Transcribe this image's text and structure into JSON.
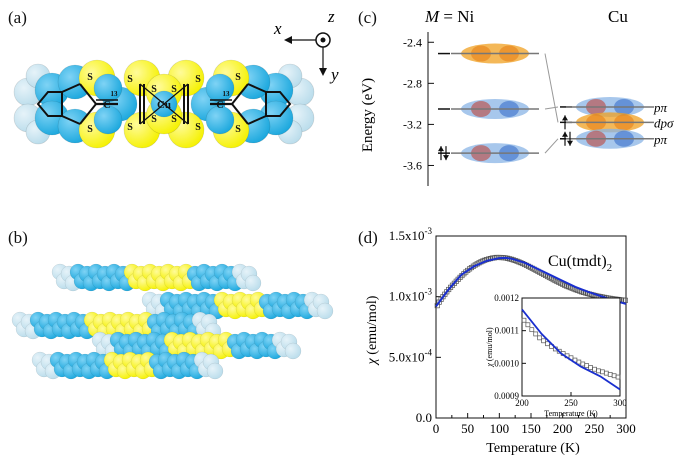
{
  "panel_a": {
    "label": "(a)",
    "axes": {
      "x": "x",
      "y": "y",
      "z": "z"
    },
    "atom_labels": {
      "s": "S",
      "c13": "13",
      "c": "C",
      "cu": "Cu"
    },
    "colors": {
      "sulfur": "#f5f100",
      "carbon": "#1aa7dd",
      "hydrogen": "#b9dceb",
      "bond": "#111111"
    }
  },
  "panel_b": {
    "label": "(b)"
  },
  "panel_c": {
    "label": "(c)",
    "left_header_italic": "M",
    "left_header_rest": " = Ni",
    "right_header": "Cu",
    "ylabel": "Energy (eV)",
    "yticks": [
      "-2.4",
      "-2.8",
      "-3.2",
      "-3.6"
    ],
    "ylim": [
      -3.8,
      -2.3
    ],
    "ni_levels": [
      -2.51,
      -3.05,
      -3.48
    ],
    "cu_levels": [
      -3.03,
      -3.18,
      -3.34
    ],
    "orbital_labels": [
      "pπ",
      "dpσ",
      "pπ"
    ],
    "colors": {
      "lobe_orange": "#f0a020",
      "lobe_blue": "#8ab4e6",
      "connector": "#999999"
    }
  },
  "panel_d": {
    "label": "(d)",
    "compound": "Cu(tmdt)",
    "compound_sub": "2",
    "ylabel_sym": "χ",
    "ylabel_rest": " (emu/mol)",
    "xlabel": "Temperature (K)",
    "ytick_labels": [
      {
        "value": 0.0,
        "mant": "0.0",
        "exp": ""
      },
      {
        "value": 0.0005,
        "mant": "5.0x10",
        "exp": "-4"
      },
      {
        "value": 0.001,
        "mant": "1.0x10",
        "exp": "-3"
      },
      {
        "value": 0.0015,
        "mant": "1.5x10",
        "exp": "-3"
      }
    ],
    "xtick_labels": [
      "0",
      "50",
      "100",
      "150",
      "200",
      "250",
      "300"
    ],
    "inset": {
      "ylabel_sym": "χ",
      "ylabel_rest": " (emu/mol)",
      "xlabel": "Temperature (K)",
      "yticks": [
        "0.0012",
        "0.0011",
        "0.0010",
        "0.0009"
      ],
      "xticks": [
        "200",
        "250",
        "300"
      ]
    }
  },
  "chart_data": [
    {
      "type": "scatter",
      "title": "Cu(tmdt)2",
      "xlabel": "Temperature (K)",
      "ylabel": "χ (emu/mol)",
      "xlim": [
        0,
        300
      ],
      "ylim": [
        0,
        0.0015
      ],
      "series": [
        {
          "kind": "markers",
          "x": [
            2,
            5,
            8,
            11,
            14,
            17,
            20,
            23,
            26,
            29,
            32,
            35,
            38,
            41,
            44,
            47,
            50,
            53,
            56,
            59,
            62,
            65,
            68,
            71,
            74,
            77,
            80,
            83,
            86,
            89,
            92,
            95,
            98,
            101,
            104,
            107,
            110,
            113,
            116,
            119,
            122,
            125,
            128,
            131,
            134,
            137,
            140,
            143,
            146,
            149,
            152,
            155,
            158,
            161,
            164,
            167,
            170,
            173,
            176,
            179,
            182,
            185,
            188,
            191,
            194,
            197,
            200,
            203,
            206,
            209,
            212,
            215,
            218,
            221,
            224,
            227,
            230,
            233,
            236,
            239,
            242,
            245,
            248,
            251,
            254,
            257,
            260,
            263,
            266,
            269,
            272,
            275,
            278,
            281,
            284,
            287,
            290,
            293,
            296,
            299
          ],
          "y": [
            0.000926,
            0.000955,
            0.000978,
            0.001,
            0.00102,
            0.00104,
            0.001059,
            0.001077,
            0.001094,
            0.00111,
            0.001127,
            0.001143,
            0.001159,
            0.001174,
            0.001189,
            0.001203,
            0.001216,
            0.001229,
            0.00124,
            0.001251,
            0.001261,
            0.00127,
            0.001279,
            0.001287,
            0.001294,
            0.0013,
            0.001306,
            0.00131,
            0.001314,
            0.001318,
            0.00132,
            0.001323,
            0.001323,
            0.001323,
            0.001322,
            0.001321,
            0.001319,
            0.001316,
            0.001312,
            0.001308,
            0.001303,
            0.001298,
            0.001292,
            0.001286,
            0.00128,
            0.001273,
            0.001265,
            0.001258,
            0.00125,
            0.001242,
            0.001234,
            0.001226,
            0.001217,
            0.001209,
            0.0012,
            0.001192,
            0.001183,
            0.001175,
            0.001166,
            0.001158,
            0.00115,
            0.001141,
            0.001133,
            0.001125,
            0.001118,
            0.00111,
            0.001103,
            0.001095,
            0.001088,
            0.001082,
            0.001075,
            0.001069,
            0.001063,
            0.001057,
            0.001051,
            0.001046,
            0.00104,
            0.001035,
            0.001031,
            0.001026,
            0.001022,
            0.001018,
            0.001014,
            0.00101,
            0.001006,
            0.001003,
            0.001,
            0.000997,
            0.000994,
            0.000991,
            0.000988,
            0.000986,
            0.000983,
            0.000981,
            0.000979,
            0.000977,
            0.000975,
            0.000973,
            0.000971,
            0.00097
          ]
        },
        {
          "kind": "line",
          "x": [
            0,
            20,
            40,
            60,
            80,
            100,
            110,
            120,
            140,
            160,
            180,
            200,
            220,
            240,
            260,
            280,
            300
          ],
          "y": [
            0.00092,
            0.00106,
            0.00118,
            0.00125,
            0.001295,
            0.001318,
            0.00132,
            0.001312,
            0.00128,
            0.00123,
            0.00118,
            0.00113,
            0.00108,
            0.00104,
            0.001005,
            0.00097,
            0.00094
          ]
        }
      ]
    },
    {
      "type": "scatter",
      "title": "inset",
      "xlabel": "Temperature (K)",
      "ylabel": "χ (emu/mol)",
      "xlim": [
        200,
        300
      ],
      "ylim": [
        0.0009,
        0.0012
      ],
      "series": [
        {
          "kind": "markers",
          "x": [
            202,
            206,
            210,
            214,
            218,
            222,
            226,
            230,
            234,
            238,
            242,
            246,
            250,
            254,
            258,
            262,
            266,
            270,
            274,
            278,
            282,
            286,
            290,
            294,
            298
          ],
          "y": [
            0.001132,
            0.001118,
            0.001103,
            0.00109,
            0.001078,
            0.001069,
            0.00106,
            0.001052,
            0.001044,
            0.001037,
            0.00103,
            0.001023,
            0.001017,
            0.00101,
            0.001004,
            0.000998,
            0.000993,
            0.000987,
            0.000982,
            0.000977,
            0.000974,
            0.00097,
            0.000966,
            0.000962,
            0.000958
          ]
        },
        {
          "kind": "line",
          "x": [
            200,
            220,
            240,
            260,
            280,
            300
          ],
          "y": [
            0.001165,
            0.00109,
            0.00103,
            0.00099,
            0.00096,
            0.00092
          ]
        }
      ]
    }
  ]
}
